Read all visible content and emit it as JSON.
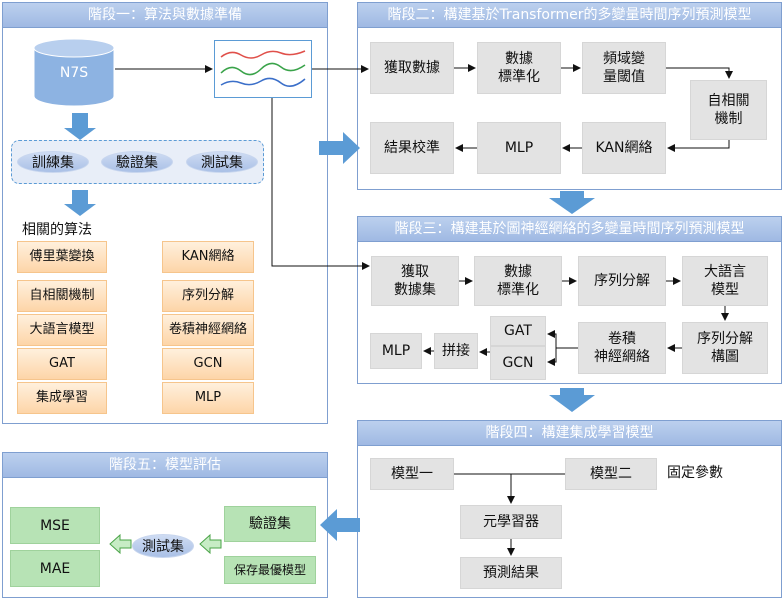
{
  "stage1": {
    "title": "階段一：算法與數據準備",
    "database": "N7S",
    "sets": [
      "訓練集",
      "驗證集",
      "測試集"
    ],
    "algorithms_label": "相關的算法",
    "algorithms_left": [
      "傅里葉變換",
      "自相關機制",
      "大語言模型",
      "GAT",
      "集成學習"
    ],
    "algorithms_right": [
      "KAN網絡",
      "序列分解",
      "卷積神經網絡",
      "GCN",
      "MLP"
    ]
  },
  "stage2": {
    "title": "階段二：構建基於Transformer的多變量時間序列預測模型",
    "steps": [
      "獲取數據",
      "數據\n標準化",
      "頻域變\n量閾值",
      "自相關\n機制",
      "KAN網絡",
      "MLP",
      "結果校準"
    ]
  },
  "stage3": {
    "title": "階段三：構建基於圖神經網絡的多變量時間序列預測模型",
    "steps": [
      "獲取\n數據集",
      "數據\n標準化",
      "序列分解",
      "大語言\n模型",
      "序列分解\n構圖",
      "卷積\n神經網絡",
      "GAT",
      "GCN",
      "拼接",
      "MLP"
    ]
  },
  "stage4": {
    "title": "階段四：構建集成學習模型",
    "model1": "模型一",
    "model2": "模型二",
    "fixed_params": "固定參數",
    "meta_learner": "元學習器",
    "prediction": "預測結果"
  },
  "stage5": {
    "title": "階段五：模型評估",
    "validation": "驗證集",
    "save_best": "保存最優模型",
    "test": "測試集",
    "metrics": [
      "MSE",
      "MAE"
    ]
  },
  "colors": {
    "panel_border": "#7f9fd0",
    "header": "#9fb9e3",
    "step_box": "#e3e3e3",
    "algorithm_box": "#fdd5a8",
    "metric_box": "#b7e3b5",
    "big_arrow": "#5b9bd5"
  }
}
